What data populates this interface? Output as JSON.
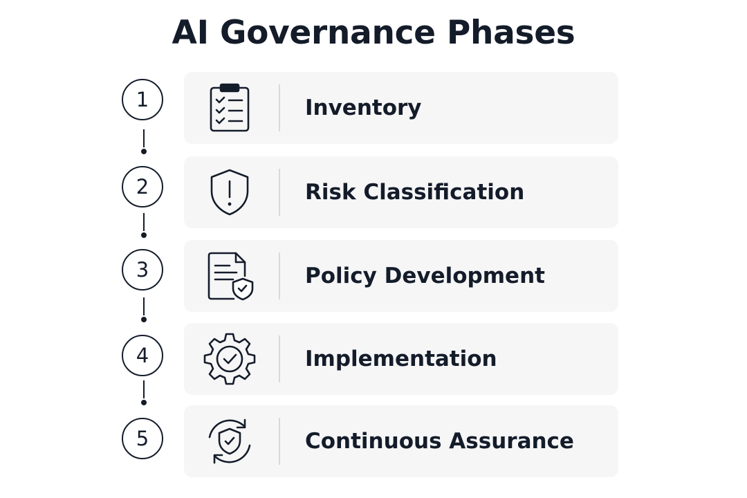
{
  "title": "AI Governance Phases",
  "phases": [
    {
      "number": "1",
      "label": "Inventory",
      "icon": "clipboard-checklist-icon"
    },
    {
      "number": "2",
      "label": "Risk Classification",
      "icon": "shield-exclamation-icon"
    },
    {
      "number": "3",
      "label": "Policy Development",
      "icon": "document-shield-icon"
    },
    {
      "number": "4",
      "label": "Implementation",
      "icon": "gear-check-icon"
    },
    {
      "number": "5",
      "label": "Continuous Assurance",
      "icon": "cycle-shield-icon"
    }
  ],
  "colors": {
    "text": "#141c2a",
    "card_background": "#f6f6f7",
    "divider": "#d7d9dd"
  }
}
